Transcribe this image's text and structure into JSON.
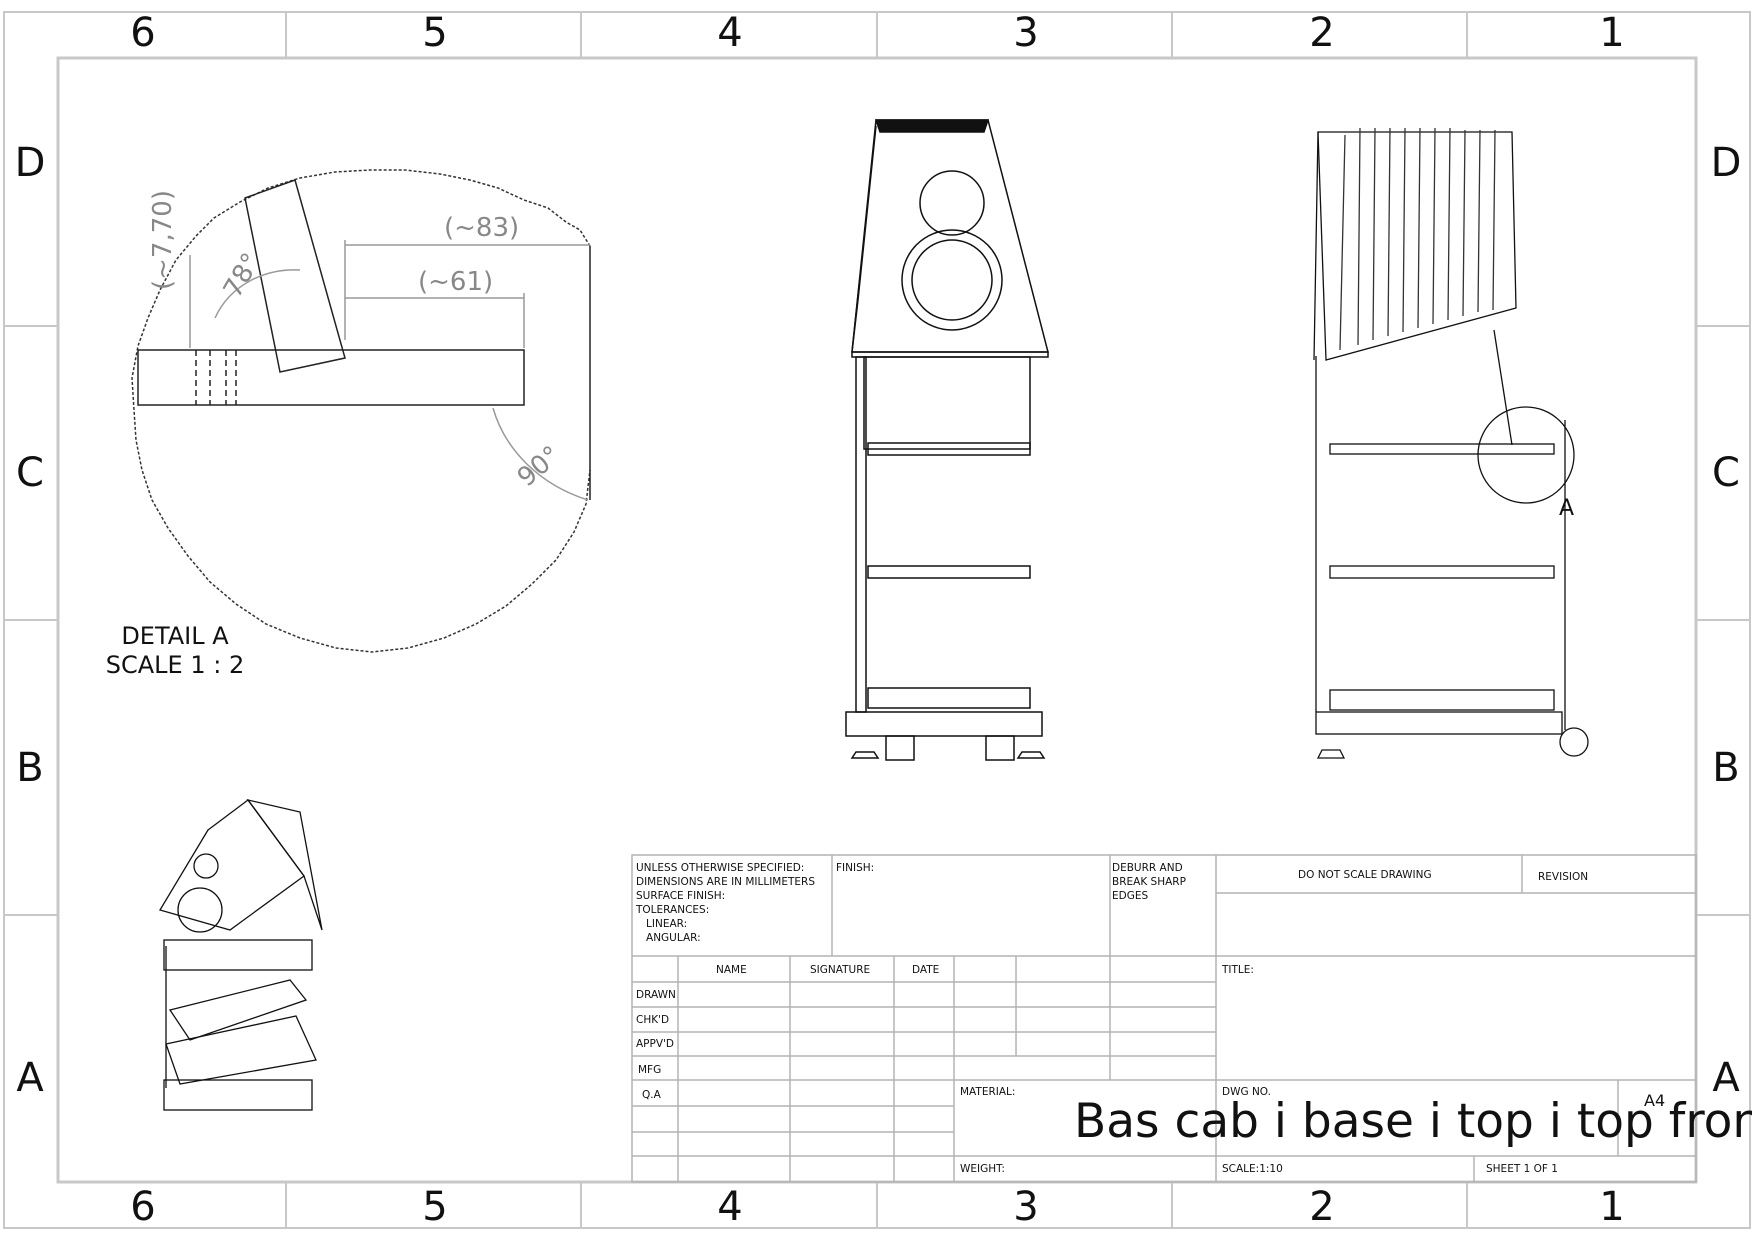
{
  "zones": {
    "columns": [
      "6",
      "5",
      "4",
      "3",
      "2",
      "1"
    ],
    "rows": [
      "D",
      "C",
      "B",
      "A"
    ]
  },
  "detail": {
    "title": "DETAIL A",
    "scale": "SCALE 1 : 2",
    "callout_letter": "A",
    "dims": {
      "d83": "(~83)",
      "d61": "(~61)",
      "d770": "(~7,70)",
      "a78": "78°",
      "a90": "90°"
    }
  },
  "title_block": {
    "tolerance_note": "UNLESS OTHERWISE SPECIFIED:\nDIMENSIONS ARE IN MILLIMETERS\nSURFACE FINISH:\nTOLERANCES:\n   LINEAR:\n   ANGULAR:",
    "finish_label": "FINISH:",
    "deburr_note": "DEBURR AND\nBREAK SHARP\nEDGES",
    "do_not_scale": "DO NOT SCALE DRAWING",
    "revision_label": "REVISION",
    "col_name": "NAME",
    "col_signature": "SIGNATURE",
    "col_date": "DATE",
    "row_drawn": "DRAWN",
    "row_checked": "CHK'D",
    "row_approved": "APPV'D",
    "row_mfg": "MFG",
    "row_qa": "Q.A",
    "title_label": "TITLE:",
    "material_label": "MATERIAL:",
    "dwg_no_label": "DWG NO.",
    "dwg_no_value": "Bas cab i base i top i top fron",
    "sheet_size": "A4",
    "weight_label": "WEIGHT:",
    "scale_label": "SCALE:1:10",
    "sheet_label": "SHEET 1 OF 1"
  }
}
